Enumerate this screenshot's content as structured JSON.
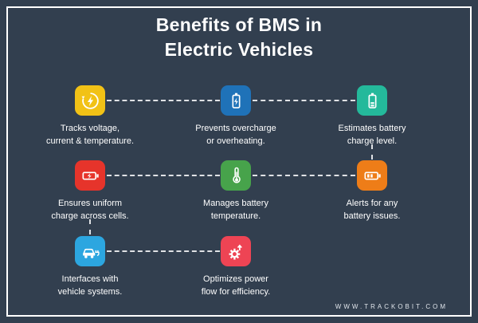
{
  "meta": {
    "background": "#323f4f",
    "frame_border": "#ffffff",
    "text_color": "#ffffff"
  },
  "title": {
    "line1": "Benefits of BMS in",
    "line2": "Electric Vehicles"
  },
  "items": [
    {
      "icon": "energy-cycle-icon",
      "color": "#f2c216",
      "line1": "Tracks voltage,",
      "line2": "current & temperature."
    },
    {
      "icon": "overcharge-battery-icon",
      "color": "#1f72b8",
      "line1": "Prevents overcharge",
      "line2": "or overheating."
    },
    {
      "icon": "battery-level-icon",
      "color": "#24b99b",
      "line1": "Estimates battery",
      "line2": "charge level."
    },
    {
      "icon": "uniform-charge-icon",
      "color": "#e6342b",
      "line1": "Ensures uniform",
      "line2": "charge across cells."
    },
    {
      "icon": "thermometer-icon",
      "color": "#47a34b",
      "line1": "Manages battery",
      "line2": "temperature."
    },
    {
      "icon": "battery-alert-icon",
      "color": "#ee7d18",
      "line1": "Alerts for any",
      "line2": "battery issues."
    },
    {
      "icon": "ev-car-icon",
      "color": "#2ca6e0",
      "line1": "Interfaces with",
      "line2": "vehicle systems."
    },
    {
      "icon": "power-flow-icon",
      "color": "#ee4454",
      "line1": "Optimizes power",
      "line2": "flow for efficiency."
    }
  ],
  "footer": {
    "website": "WWW.TRACKOBIT.COM"
  }
}
